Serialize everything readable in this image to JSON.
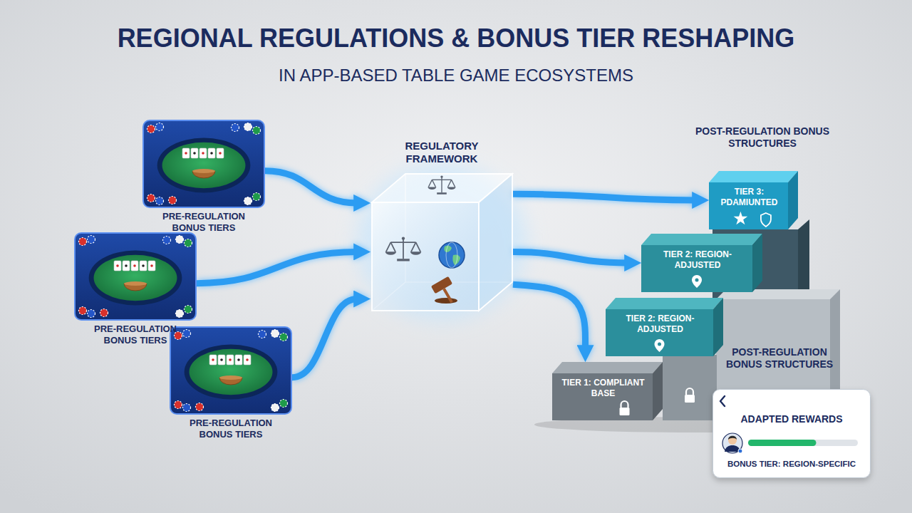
{
  "diagram": {
    "title": "REGIONAL REGULATIONS & BONUS TIER RESHAPING",
    "nodes": [
      {
        "text": [
          "PRE-REGULATION BONUS TIERS"
        ]
      },
      {
        "text": [
          "PRE-REGULATION BONUS TIERS"
        ]
      },
      {
        "text": [
          "PRE-REGULATION BONUS TIERS"
        ]
      },
      {
        "text": [
          "REGULATORY FRAMEWORK"
        ]
      },
      {
        "text": [
          "TIER 3: PDAMIUNTED"
        ]
      },
      {
        "text": [
          "TIER 2: REGION-ADJUSTED"
        ]
      },
      {
        "text": [
          "TIER 2: REGION-ADJUSTED"
        ]
      },
      {
        "text": [
          "TIER 1: COMPLIANT BASE"
        ]
      },
      {
        "text": [
          "ADAPTED REWARDS",
          "BONUS TIER: REGION-SPECIFIC"
        ]
      }
    ],
    "edges": [
      {
        "from": 0,
        "to": 3,
        "arrow": "to"
      },
      {
        "from": 1,
        "to": 3,
        "arrow": "to"
      },
      {
        "from": 2,
        "to": 3,
        "arrow": "to"
      },
      {
        "from": 3,
        "to": 4,
        "arrow": "to"
      },
      {
        "from": 3,
        "to": 5,
        "arrow": "to"
      },
      {
        "from": 3,
        "to": 7,
        "arrow": "to"
      }
    ],
    "labels": [
      "IN APP-BASED TABLE GAME ECOSYSTEMS",
      "POST-REGULATION BONUS STRUCTURES",
      "POST-REGULATION BONUS STRUCTURES"
    ]
  }
}
